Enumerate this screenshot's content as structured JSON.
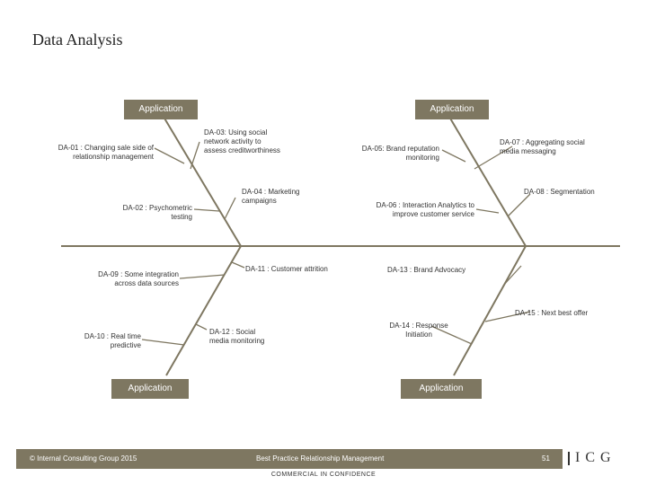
{
  "page": {
    "title": "Data Analysis"
  },
  "boxes": {
    "top_left": "Application",
    "top_right": "Application",
    "bottom_left": "Application",
    "bottom_right": "Application"
  },
  "labels": {
    "da01": "DA-01 : Changing sale side of\nrelationship management",
    "da02": "DA-02 : Psychometric\ntesting",
    "da03": "DA-03: Using social\nnetwork activity to\nassess creditworthiness",
    "da04": "DA-04 : Marketing\ncampaigns",
    "da05": "DA-05: Brand reputation\nmonitoring",
    "da06": "DA-06 : Interaction Analytics to\nimprove customer service",
    "da07": "DA-07 : Aggregating social\nmedia messaging",
    "da08": "DA-08 : Segmentation",
    "da09": "DA-09 : Some integration\nacross data sources",
    "da10": "DA-10 : Real time\npredictive",
    "da11": "DA-11 : Customer attrition",
    "da12": "DA-12 : Social\nmedia monitoring",
    "da13": "DA-13 : Brand Advocacy",
    "da14": "DA-14 : Response\nInitiation",
    "da15": "DA-15 : Next best offer"
  },
  "footer": {
    "copyright": "© Internal Consulting Group 2015",
    "center": "Best Practice Relationship Management",
    "page_number": "51",
    "confidential": "COMMERCIAL IN CONFIDENCE",
    "logo": "ICG"
  },
  "colors": {
    "bone": "#7e7761",
    "box": "#7e7761"
  }
}
